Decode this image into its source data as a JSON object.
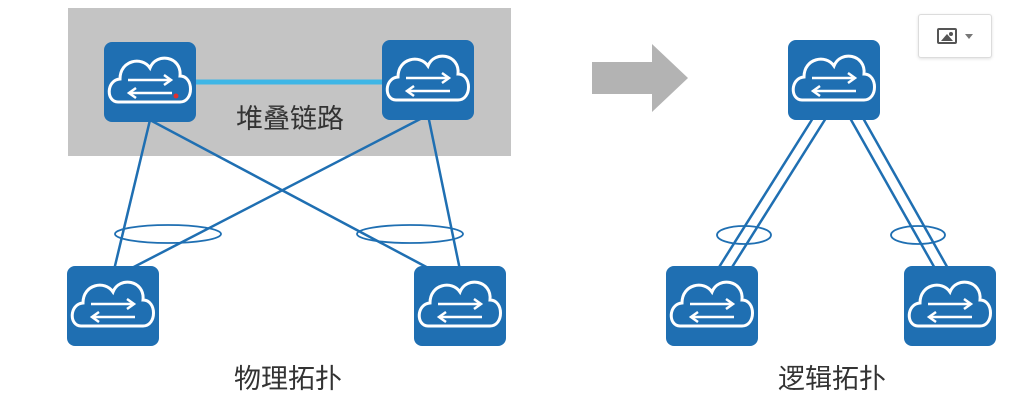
{
  "labels": {
    "stack_link": "堆叠链路",
    "physical_topology": "物理拓扑",
    "logical_topology": "逻辑拓扑"
  },
  "icons": {
    "switch": "cloud-switch-icon",
    "arrow": "right-arrow-icon",
    "image_menu": "image-icon"
  },
  "colors": {
    "switch_fill": "#1f6fb2",
    "link_line": "#1f6fb2",
    "stack_link_line": "#3fb6e6",
    "stack_region": "#c4c4c4",
    "arrow": "#b3b3b3"
  }
}
